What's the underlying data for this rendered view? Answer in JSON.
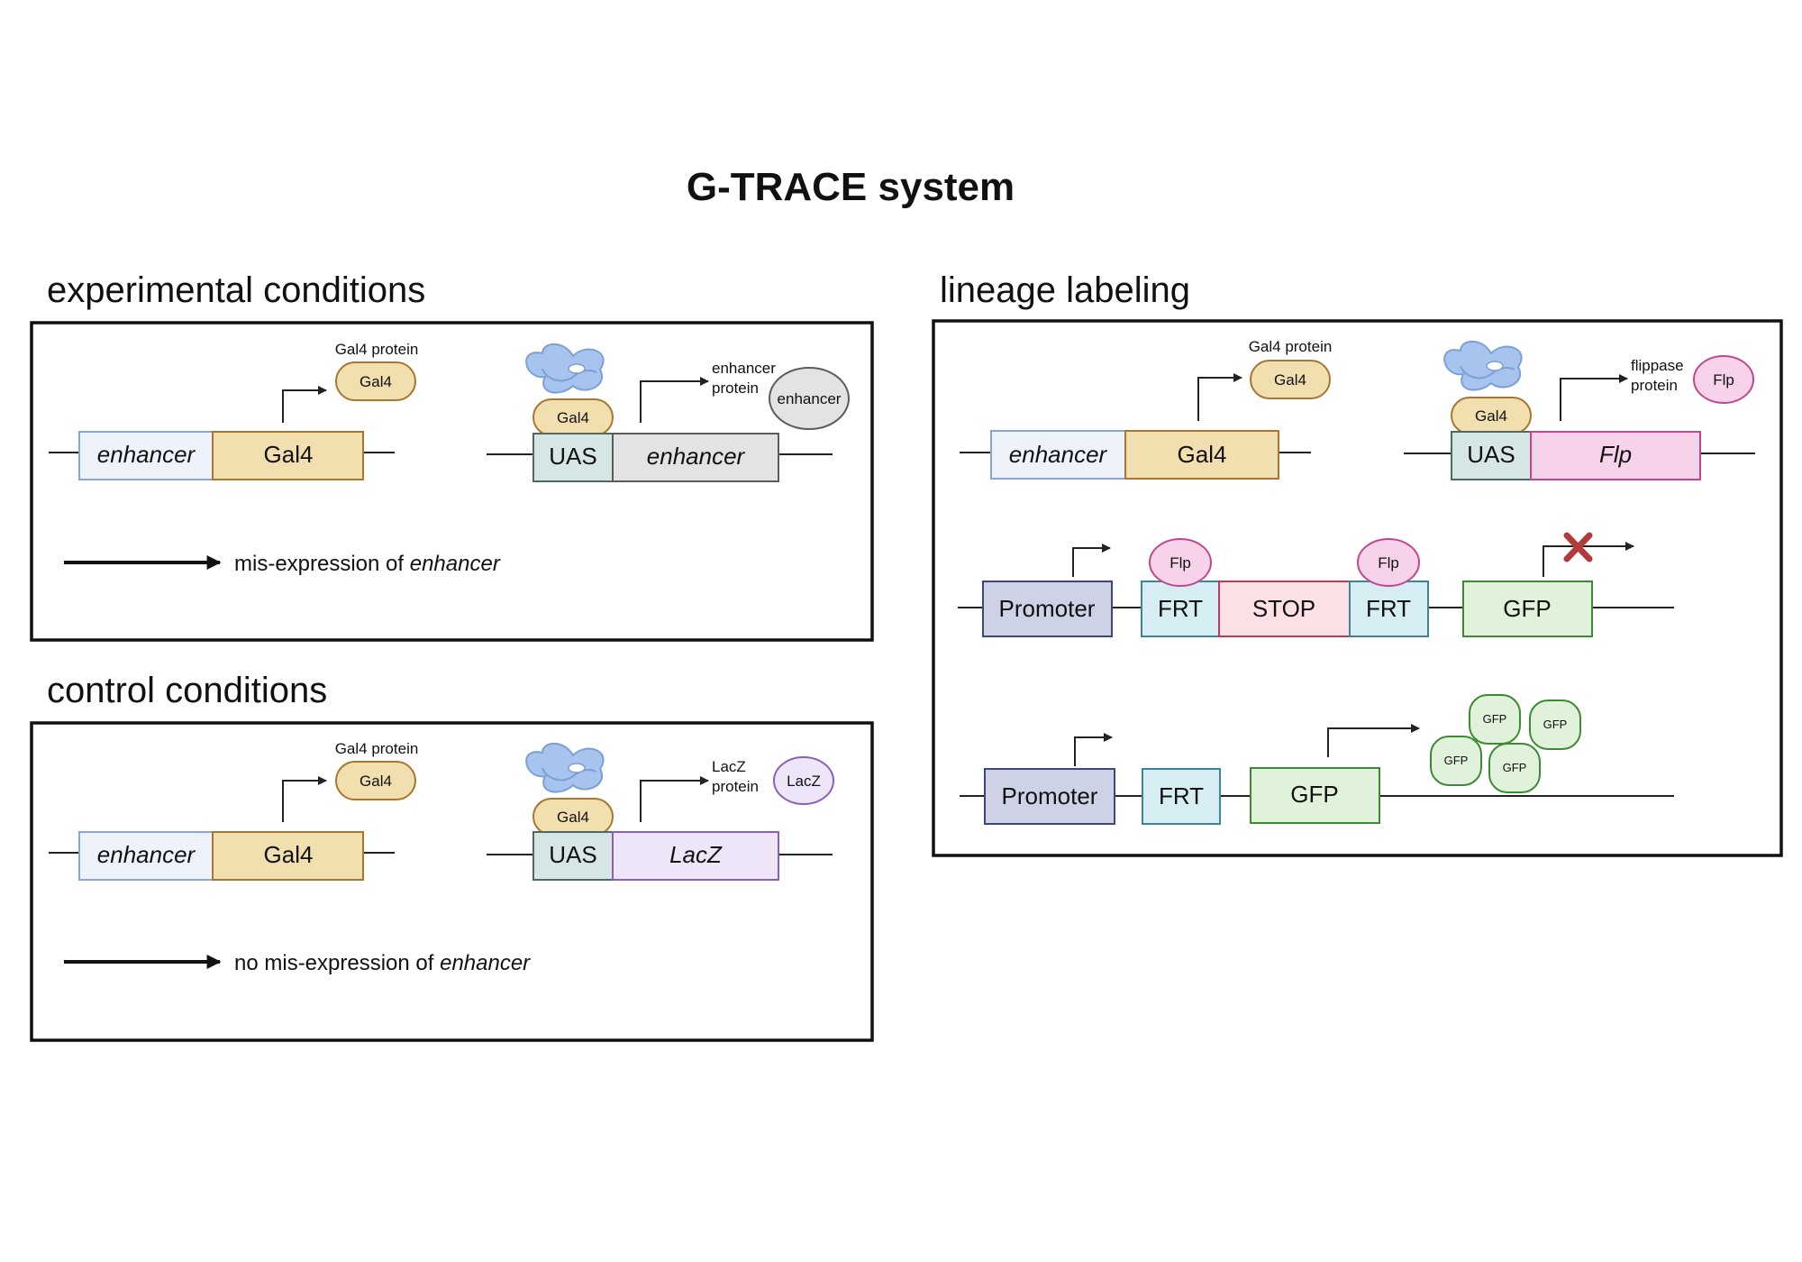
{
  "title": "G-TRACE system",
  "colors": {
    "enhancer_fill": "#EEF3FB",
    "enhancer_stroke": "#8AA6D8",
    "gal4_fill": "#F2DFB0",
    "gal4_stroke": "#A8762E",
    "uas_fill": "#D6E6E4",
    "uas_stroke": "#4F6A66",
    "enhancer_gene_fill": "#E3E3E3",
    "enhancer_gene_stroke": "#5C5C5C",
    "lacz_fill": "#EEE6F8",
    "lacz_stroke": "#8860B8",
    "flp_fill": "#F6D3EA",
    "flp_stroke": "#C0478F",
    "promoter_fill": "#CDD2E6",
    "promoter_stroke": "#3E4776",
    "frt_fill": "#D6EDF3",
    "frt_stroke": "#3F8397",
    "stop_fill": "#FBE0E5",
    "stop_stroke": "#C23A58",
    "gfp_fill": "#E1F2DA",
    "gfp_stroke": "#3C8A34",
    "protein_blue": "#9FC0EC",
    "blocked_x": "#B23A3A"
  },
  "experimental": {
    "heading": "experimental conditions",
    "gal4_protein_caption": "Gal4 protein",
    "gal4_protein": "Gal4",
    "enhancer_box": "enhancer",
    "gal4_box": "Gal4",
    "gal4_bound": "Gal4",
    "uas_box": "UAS",
    "target_box": "enhancer",
    "target_caption_1": "enhancer",
    "target_caption_2": "protein",
    "target_protein": "enhancer",
    "result_prefix": "mis-expression of ",
    "result_italic": "enhancer"
  },
  "control": {
    "heading": "control conditions",
    "gal4_protein_caption": "Gal4 protein",
    "gal4_protein": "Gal4",
    "enhancer_box": "enhancer",
    "gal4_box": "Gal4",
    "gal4_bound": "Gal4",
    "uas_box": "UAS",
    "target_box": "LacZ",
    "target_caption_1": "LacZ",
    "target_caption_2": "protein",
    "target_protein": "LacZ",
    "result_prefix": "no mis-expression of ",
    "result_italic": "enhancer"
  },
  "lineage": {
    "heading": "lineage labeling",
    "gal4_protein_caption": "Gal4 protein",
    "gal4_protein": "Gal4",
    "enhancer_box": "enhancer",
    "gal4_box": "Gal4",
    "gal4_bound": "Gal4",
    "uas_box": "UAS",
    "flp_box": "Flp",
    "flp_caption_1": "flippase",
    "flp_caption_2": "protein",
    "flp_protein": "Flp",
    "row2": {
      "promoter": "Promoter",
      "frt1": "FRT",
      "stop": "STOP",
      "frt2": "FRT",
      "gfp": "GFP",
      "flp1": "Flp",
      "flp2": "Flp"
    },
    "row3": {
      "promoter": "Promoter",
      "frt": "FRT",
      "gfp": "GFP",
      "gfp_proteins": [
        "GFP",
        "GFP",
        "GFP",
        "GFP"
      ]
    }
  }
}
